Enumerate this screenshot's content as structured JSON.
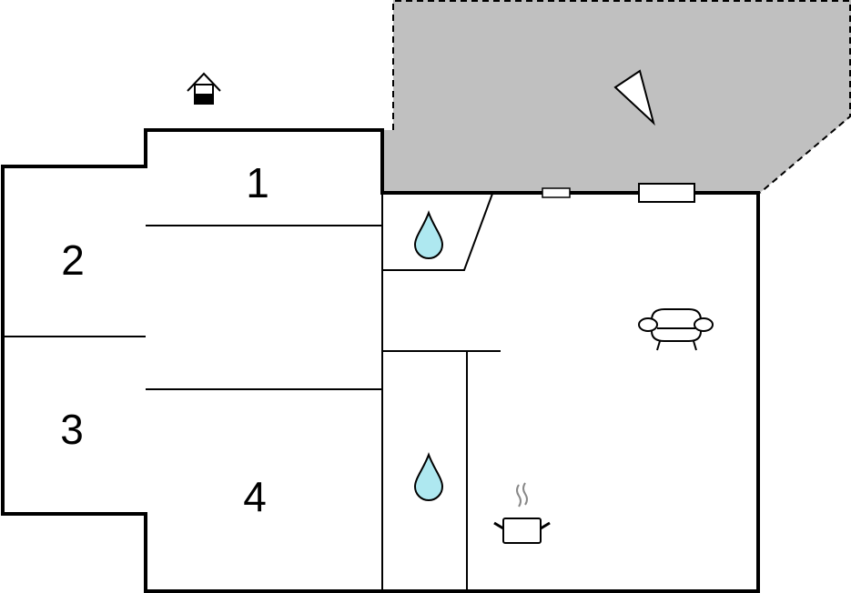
{
  "rooms": [
    {
      "label": "1"
    },
    {
      "label": "2"
    },
    {
      "label": "3"
    },
    {
      "label": "4"
    }
  ],
  "icons": [
    "entrance-icon",
    "north-arrow-icon",
    "water-drop-icon",
    "water-drop-icon",
    "armchair-icon",
    "cooking-pot-icon"
  ],
  "colors": {
    "terrace": "#c0c0c0",
    "water": "#aee8f0",
    "wall": "#000000"
  }
}
